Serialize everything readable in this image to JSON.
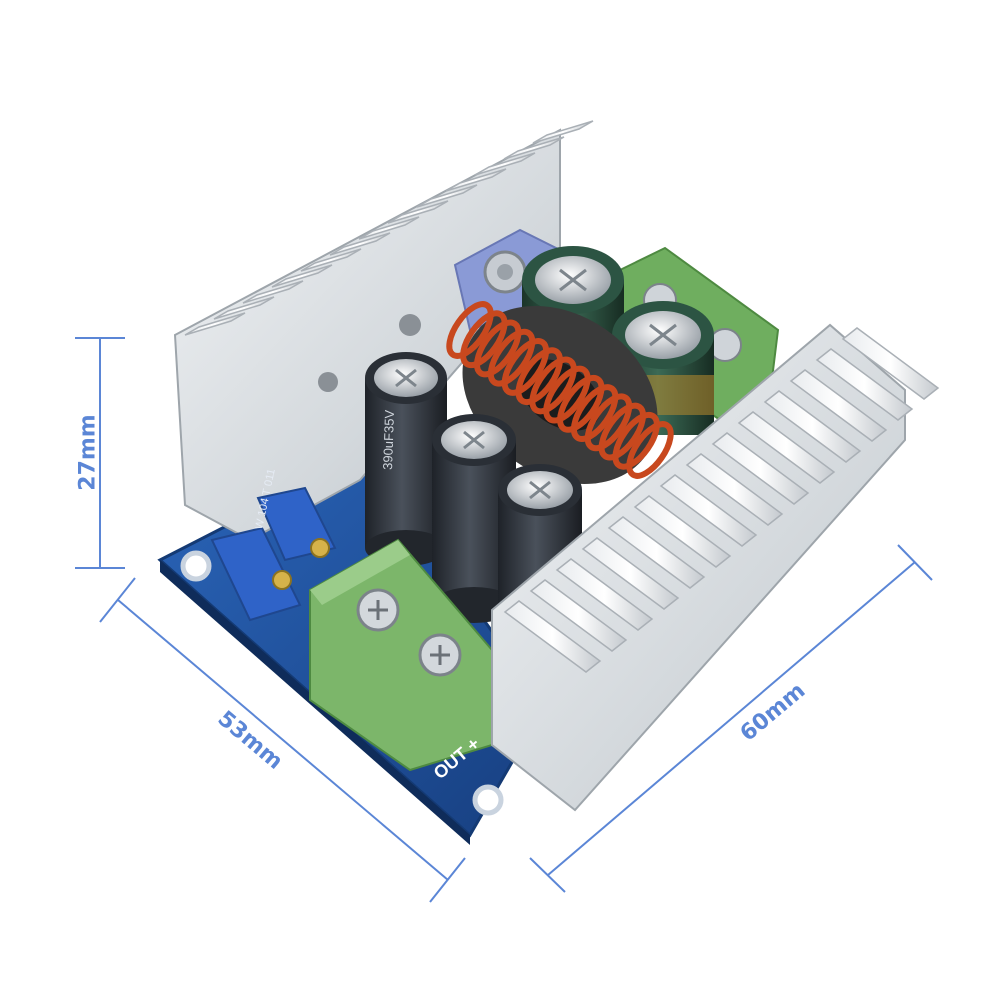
{
  "image": {
    "subject": "dc-dc-buck-converter-module",
    "background_color": "#ffffff",
    "colors": {
      "dimension_lines": "#5b86d6",
      "pcb": "#1d4f9c",
      "heatsink": "#d9dde1",
      "terminal_block": "#7cb66a",
      "coil_wire": "#c8481e",
      "coil_core": "#3a3a3a",
      "capacitor_dark": "#2b2f36",
      "capacitor_green": "#264a3a",
      "potentiometer": "#2f63c8"
    }
  },
  "dimensions": {
    "height_label": "27mm",
    "width_label": "53mm",
    "length_label": "60mm"
  },
  "markings": {
    "capacitor_text": "390uF35V",
    "pot_text": "W 104 T 011",
    "output_label": "OUT +"
  }
}
